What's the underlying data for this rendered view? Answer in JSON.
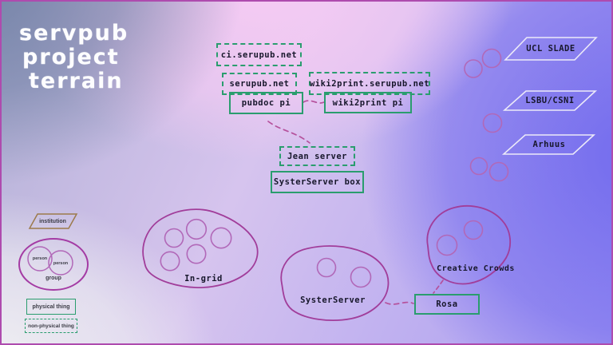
{
  "title": {
    "line1": "servpub",
    "line2": "project",
    "line3": "terrain"
  },
  "nodes": {
    "ci_net": "ci.serupub.net",
    "serupub_net": "serupub.net",
    "wiki2print_net": "wiki2print.serupub.net",
    "pubdoc_pi": "pubdoc pi",
    "wiki2print_pi": "wiki2print pi",
    "jean_server": "Jean server",
    "systerserver_box": "SysterServer box",
    "rosa": "Rosa"
  },
  "institutions": {
    "ucl_slade": "UCL SLADE",
    "lsbu_csni": "LSBU/CSNI",
    "arhuus": "Arhuus"
  },
  "groups": {
    "in_grid": "In-grid",
    "systerserver": "SysterServer",
    "creative_crowds": "Creative Crowds"
  },
  "legend": {
    "institution": "institution",
    "person_a": "person",
    "person_b": "person",
    "group": "group",
    "physical_thing": "physical thing",
    "non_physical_thing": "non-physical thing"
  },
  "colors": {
    "accent_green": "#2a9d6e",
    "connector_magenta": "#b5519c",
    "blob_purple": "#a13d9a",
    "circle_purple": "#b168b8",
    "institution_tan": "#9c7a4b",
    "institution_outline_light": "#eceaf8",
    "page_border": "#ae4bae",
    "text_dark": "#17172b"
  }
}
